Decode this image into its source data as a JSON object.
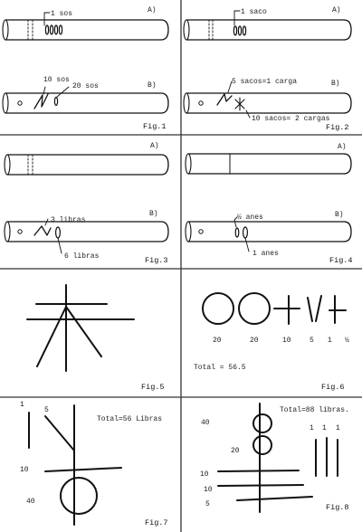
{
  "fig1": {
    "label": "Fig.1",
    "part_a": "A)",
    "part_b": "B)",
    "notes": [
      "1 sos",
      "10 sos",
      "20 sos"
    ]
  },
  "fig2": {
    "label": "Fig.2",
    "part_a": "A)",
    "part_b": "B)",
    "notes": [
      "1 saco",
      "5 sacos=1 carga",
      "10 sacos= 2 cargas"
    ]
  },
  "fig3": {
    "label": "Fig.3",
    "part_a": "A)",
    "part_b": "B)",
    "notes": [
      "3 libras",
      "6 libras"
    ]
  },
  "fig4": {
    "label": "Fig.4",
    "part_a": "A)",
    "part_b": "B)",
    "notes": [
      "½ anes",
      "1 anes"
    ]
  },
  "fig5": {
    "label": "Fig.5"
  },
  "fig6": {
    "label": "Fig.6",
    "values": [
      "20",
      "20",
      "10",
      "5",
      "1",
      "½"
    ],
    "total": "Total = 56.5"
  },
  "fig7": {
    "label": "Fig.7",
    "total": "Total=56 Libras",
    "values": [
      "1",
      "5",
      "10",
      "40"
    ]
  },
  "fig8": {
    "label": "Fig.8",
    "total": "Total=88 libras.",
    "values": [
      "40",
      "20",
      "10",
      "10",
      "5",
      "1",
      "1",
      "1"
    ]
  }
}
